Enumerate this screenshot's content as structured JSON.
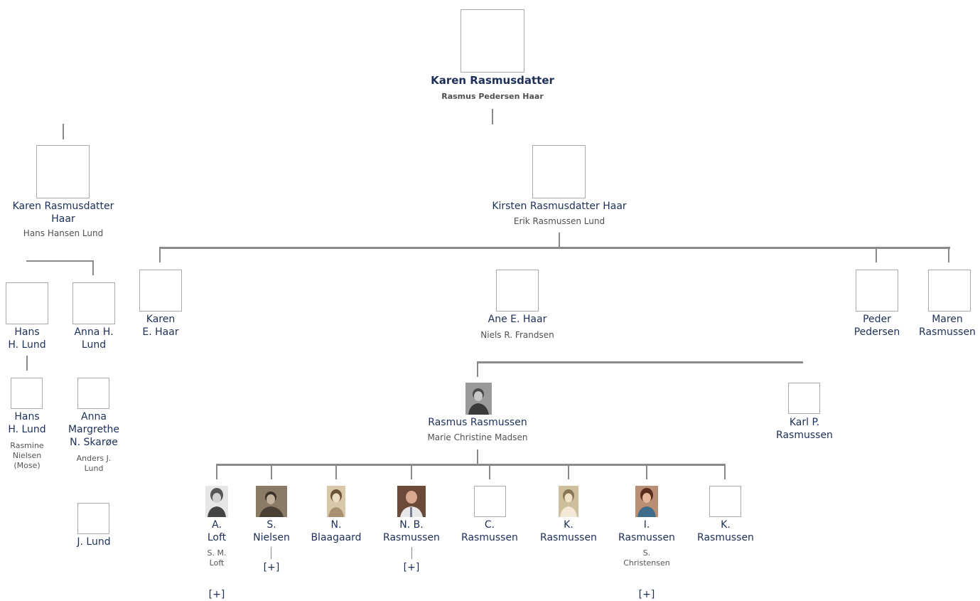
{
  "root": {
    "name": "Karen Rasmusdatter",
    "spouse": "Rasmus Pedersen Haar"
  },
  "left": {
    "person": {
      "name": "Karen Rasmusdatter\nHaar",
      "spouse": "Hans Hansen Lund"
    },
    "children": [
      {
        "name": "Hans\nH. Lund"
      },
      {
        "name": "Anna H.\nLund"
      }
    ],
    "grandchildren": [
      {
        "name": "Hans\nH. Lund",
        "spouse": "Rasmine\nNielsen\n(Mose)"
      },
      {
        "name": "Anna\nMargrethe\nN. Skarøe",
        "spouse": "Anders J.\nLund"
      },
      {
        "name": "J. Lund"
      }
    ]
  },
  "main": {
    "person": {
      "name": "Kirsten Rasmusdatter Haar",
      "spouse": "Erik Rasmussen Lund"
    },
    "children": [
      {
        "name": "Karen\nE. Haar"
      },
      {
        "name": "Ane E. Haar",
        "spouse": "Niels R. Frandsen"
      },
      {
        "name": "Peder\nPedersen"
      },
      {
        "name": "Maren\nRasmussen"
      }
    ]
  },
  "ane_children": [
    {
      "name": "Rasmus Rasmussen",
      "spouse": "Marie Christine Madsen"
    },
    {
      "name": "Karl P.\nRasmussen"
    }
  ],
  "rasmus_children": [
    {
      "name": "A.\nLoft",
      "spouse": "S. M.\nLoft",
      "expand": "[+]"
    },
    {
      "name": "S.\nNielsen",
      "expand": "[+]"
    },
    {
      "name": "N.\nBlaagaard"
    },
    {
      "name": "N. B.\nRasmussen",
      "expand": "[+]"
    },
    {
      "name": "C.\nRasmussen"
    },
    {
      "name": "K.\nRasmussen"
    },
    {
      "name": "I.\nRasmussen",
      "spouse": "S.\nChristensen",
      "expand": "[+]"
    },
    {
      "name": "K.\nRasmussen"
    }
  ]
}
